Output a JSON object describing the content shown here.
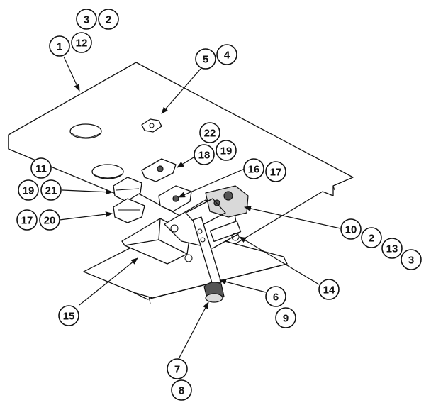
{
  "callouts": [
    {
      "label": "3"
    },
    {
      "label": "2"
    },
    {
      "label": "1"
    },
    {
      "label": "12"
    },
    {
      "label": "5"
    },
    {
      "label": "4"
    },
    {
      "label": "22"
    },
    {
      "label": "18"
    },
    {
      "label": "19"
    },
    {
      "label": "16"
    },
    {
      "label": "17"
    },
    {
      "label": "11"
    },
    {
      "label": "19"
    },
    {
      "label": "21"
    },
    {
      "label": "17"
    },
    {
      "label": "20"
    },
    {
      "label": "10"
    },
    {
      "label": "2"
    },
    {
      "label": "13"
    },
    {
      "label": "3"
    },
    {
      "label": "14"
    },
    {
      "label": "6"
    },
    {
      "label": "9"
    },
    {
      "label": "15"
    },
    {
      "label": "7"
    },
    {
      "label": "8"
    }
  ]
}
